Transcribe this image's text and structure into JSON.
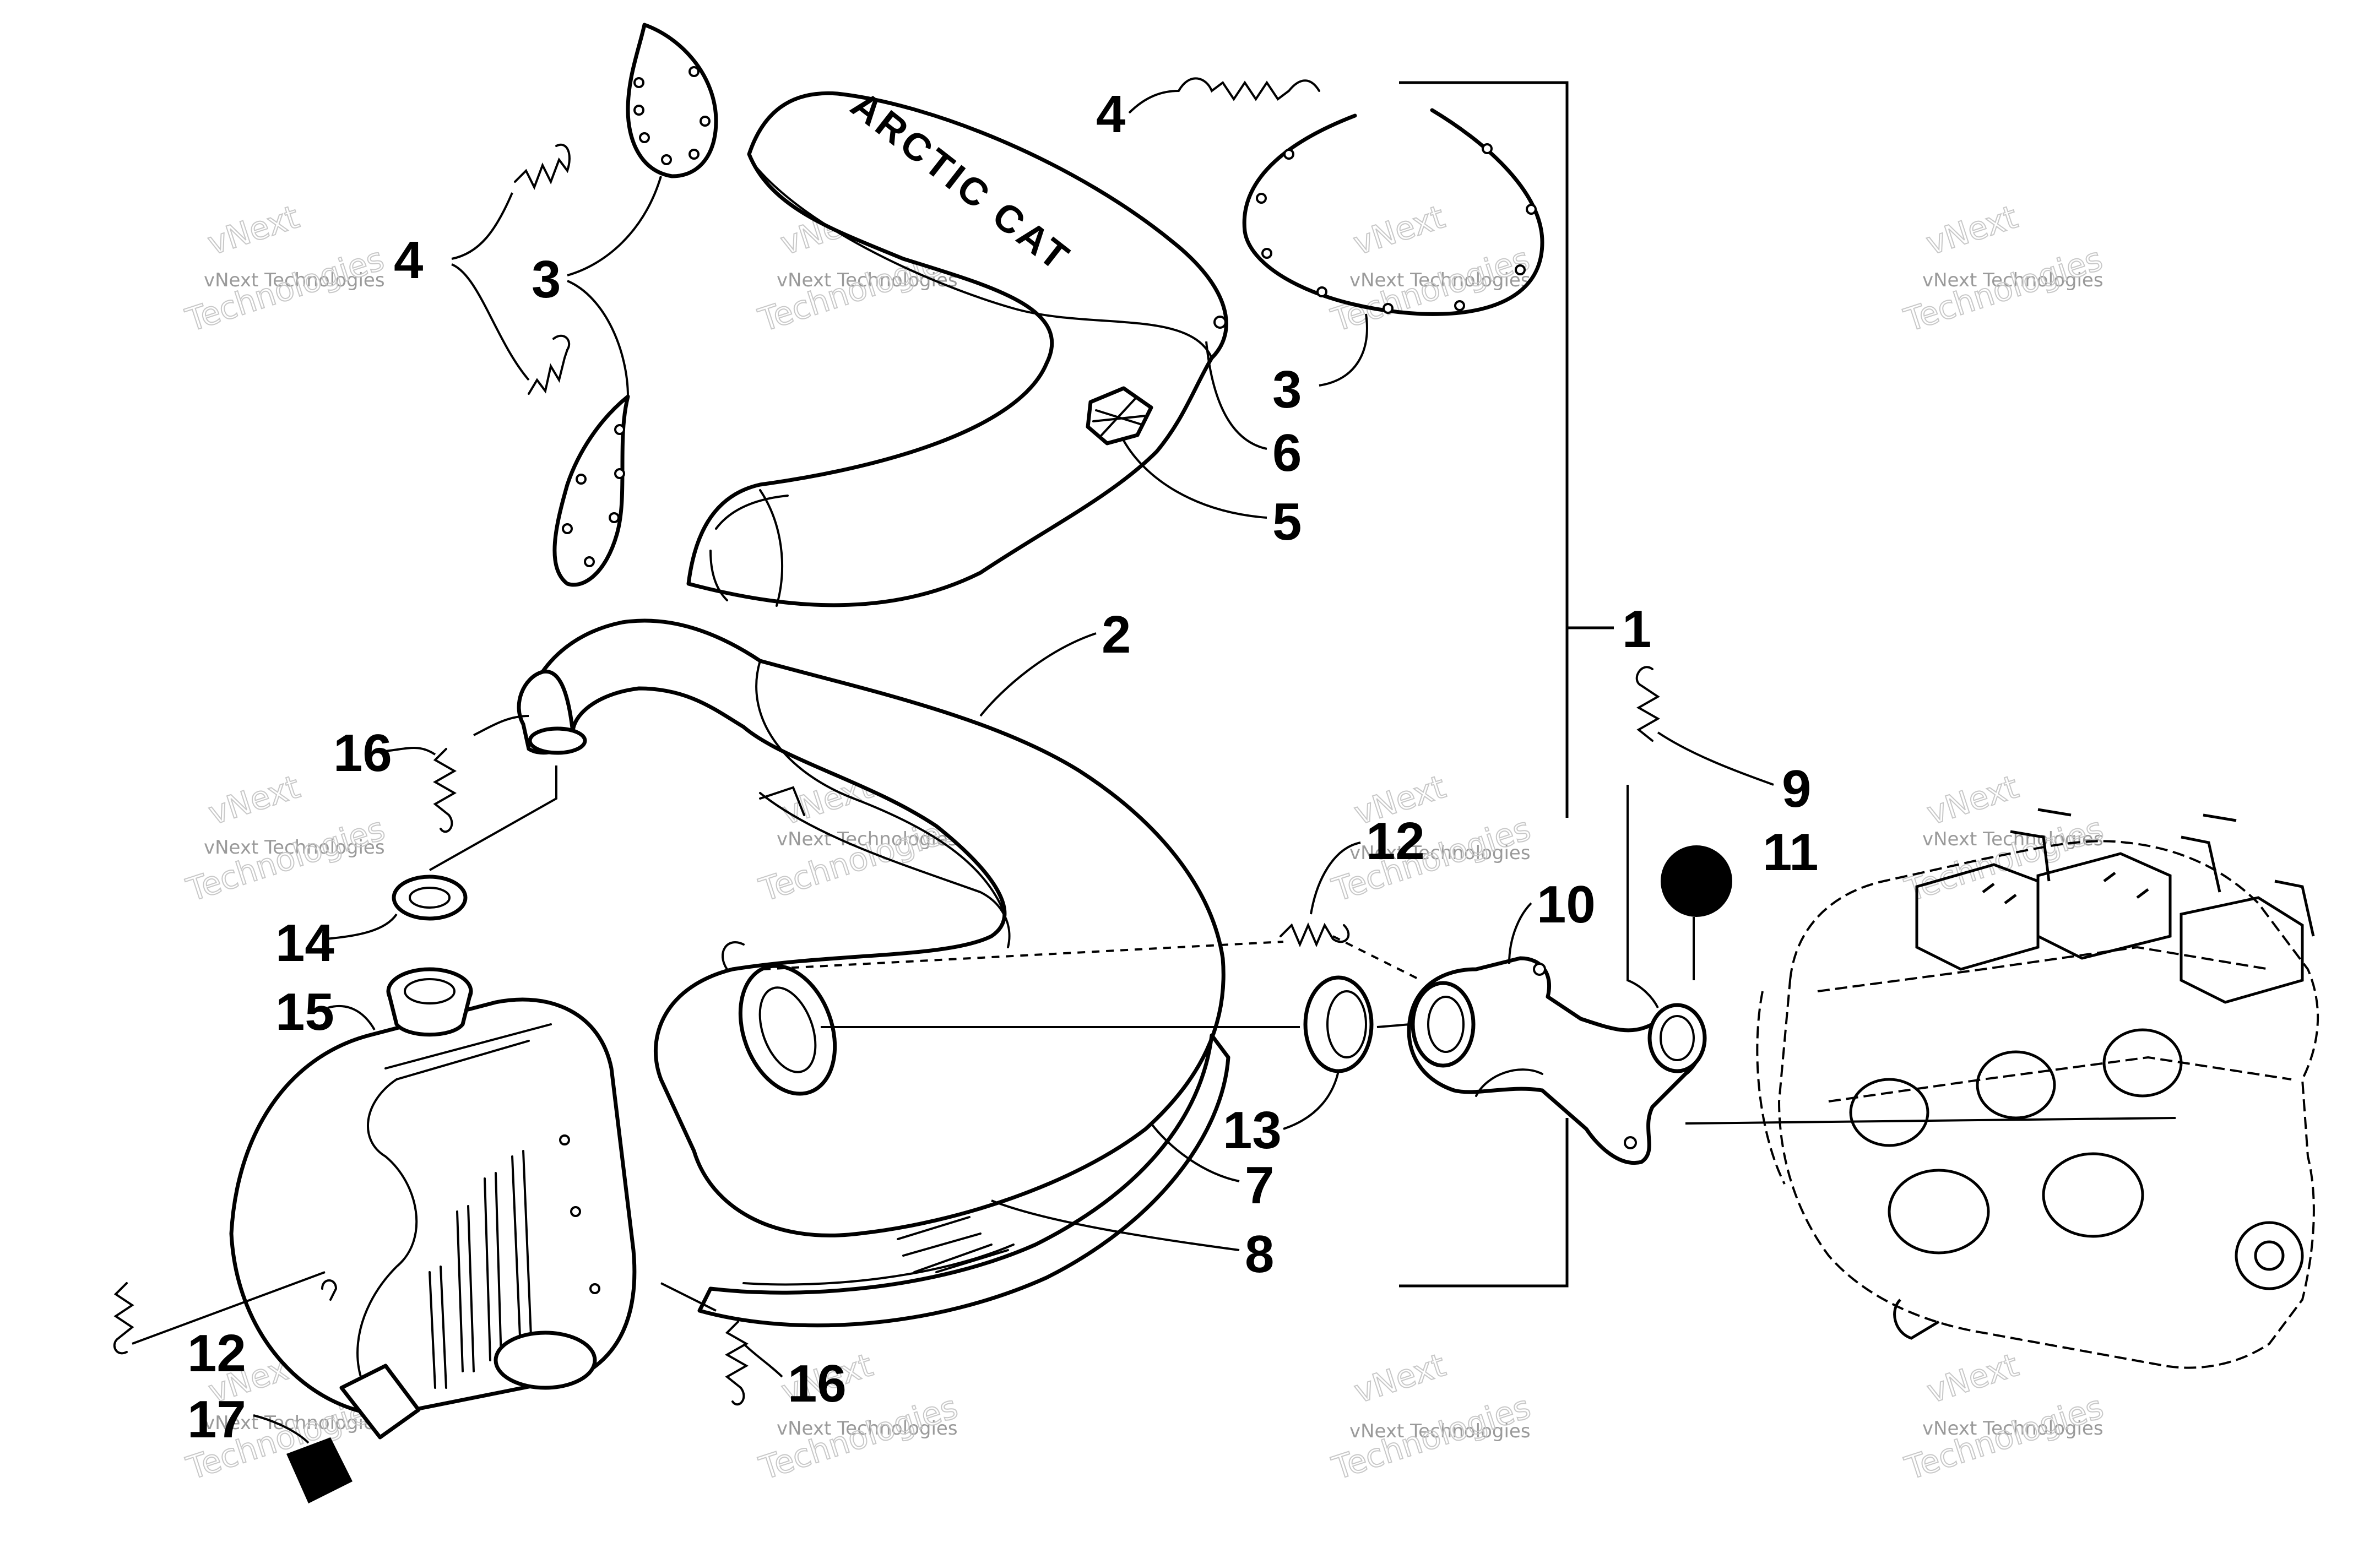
{
  "watermark": {
    "line1": "vNext Technologies",
    "line2a": "vNext",
    "line2b": "Technologies"
  },
  "brand_on_cover": "ARCTIC CAT",
  "callouts": {
    "c1": "1",
    "c2": "2",
    "c3a": "3",
    "c3b": "3",
    "c4a": "4",
    "c4b": "4",
    "c5": "5",
    "c6": "6",
    "c7": "7",
    "c8": "8",
    "c9": "9",
    "c10": "10",
    "c11": "11",
    "c12a": "12",
    "c12b": "12",
    "c13": "13",
    "c14": "14",
    "c15": "15",
    "c16a": "16",
    "c16b": "16",
    "c17": "17"
  },
  "colors": {
    "line": "#000000",
    "background": "#ffffff",
    "watermark": "#9a9a9a"
  }
}
